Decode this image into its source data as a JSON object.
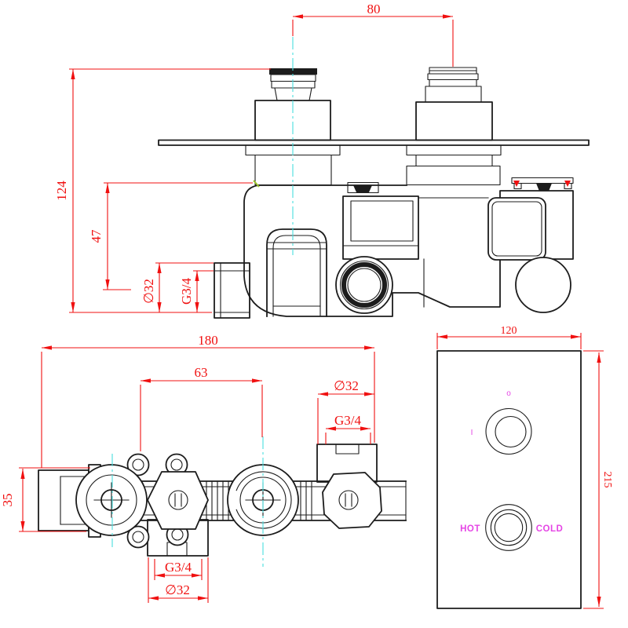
{
  "colors": {
    "line": "#1c1c1c",
    "dimension": "#f01010",
    "centerline": "#49dede",
    "marking": "#e545e5",
    "tick": "#9ac32b"
  },
  "side_view": {
    "dim_handle_spacing": "80",
    "dim_overall_height": "124",
    "dim_outlet_offset": "47",
    "dim_outlet_diameter": "∅32",
    "dim_outlet_thread": "G3/4"
  },
  "plan_view": {
    "dim_overall_width": "180",
    "dim_port_spacing": "63",
    "dim_top_outlet_diameter": "∅32",
    "dim_top_outlet_thread": "G3/4",
    "dim_body_depth": "35",
    "dim_bottom_inlet_thread": "G3/4",
    "dim_bottom_inlet_diameter": "∅32"
  },
  "faceplate_view": {
    "dim_plate_width": "120",
    "dim_plate_height": "215",
    "marking_off": "o",
    "marking_on": "I",
    "marking_hot": "HOT",
    "marking_cold": "COLD"
  }
}
